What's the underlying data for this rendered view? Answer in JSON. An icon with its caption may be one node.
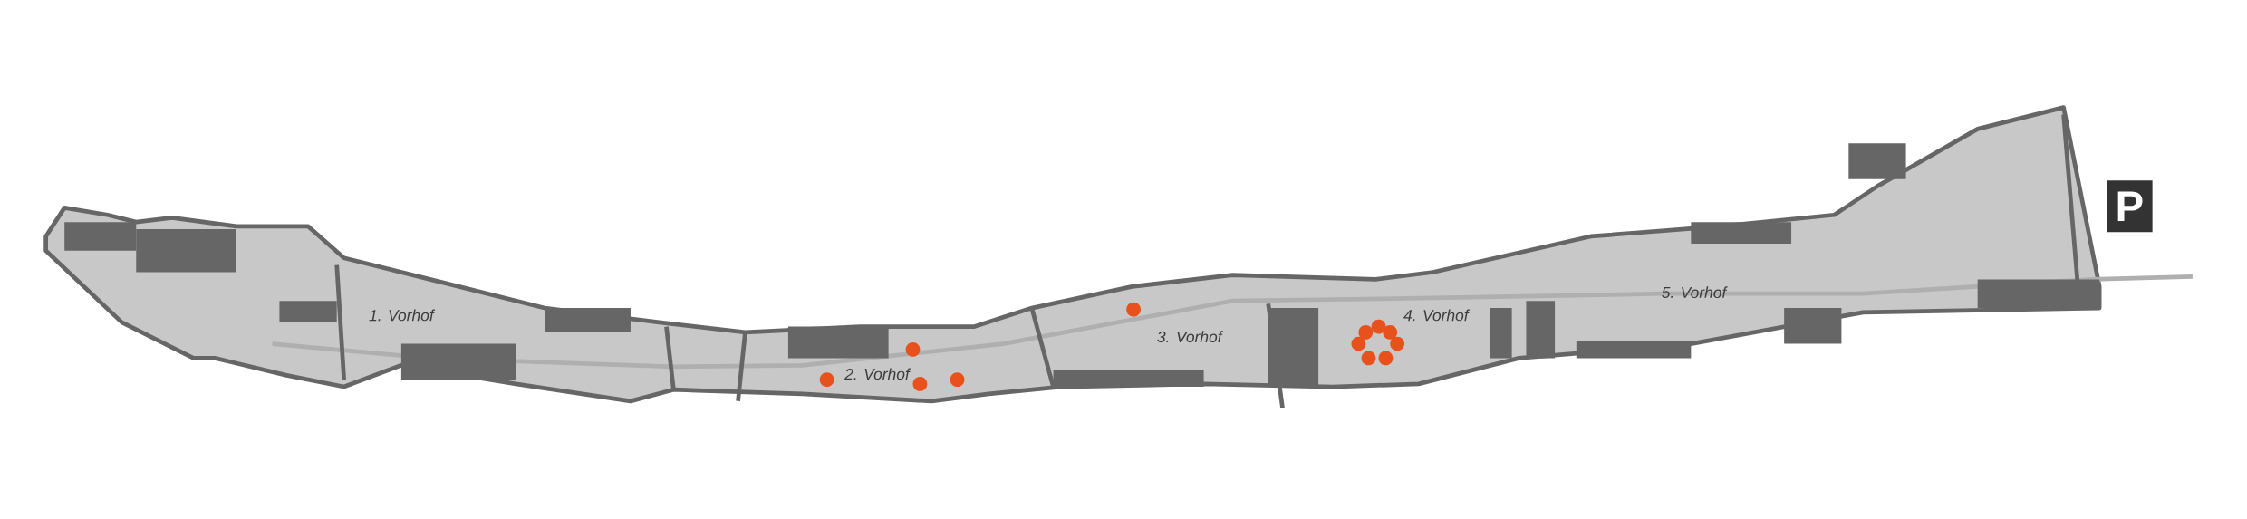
{
  "diagram": {
    "labels": [
      "1. Vorhof",
      "2. Vorhof",
      "3. Vorhof",
      "4. Vorhof",
      "5. Vorhof",
      "P"
    ]
  }
}
